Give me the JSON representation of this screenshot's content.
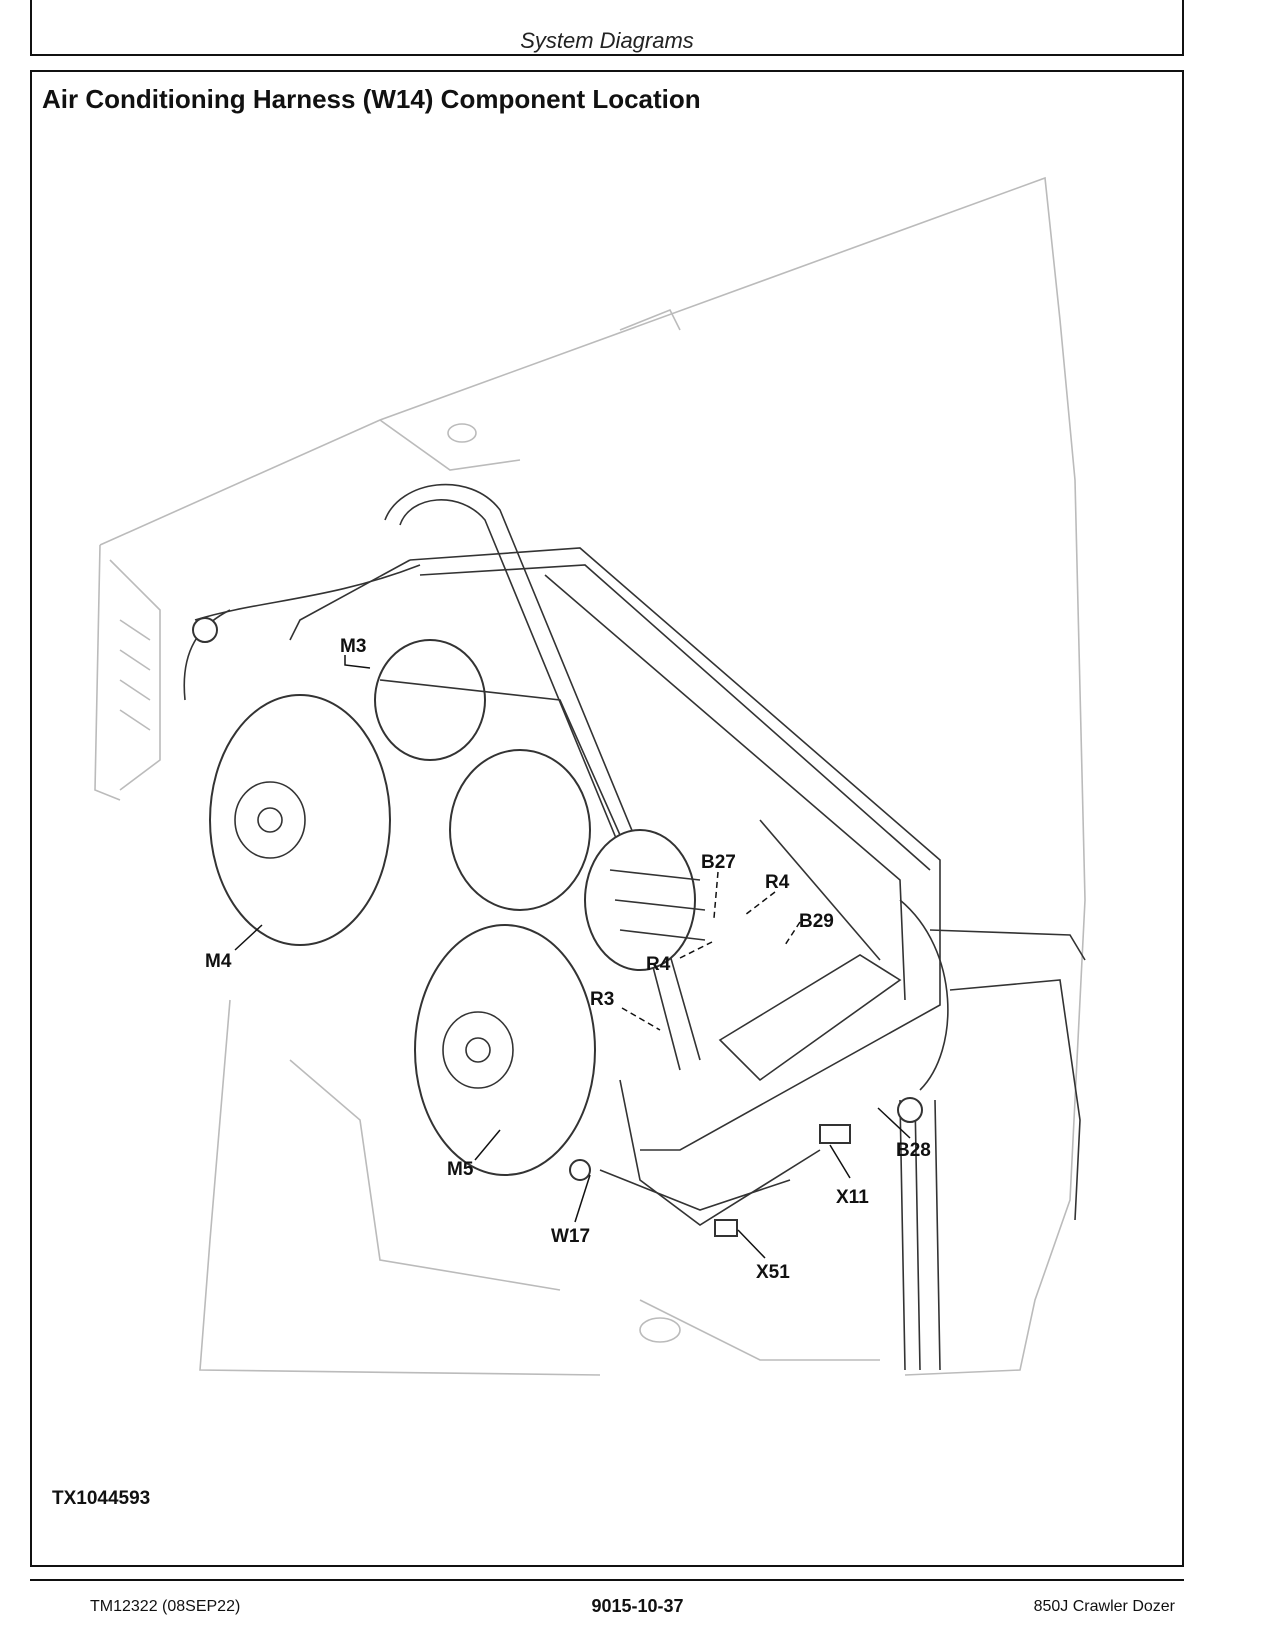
{
  "header": {
    "title": "System Diagrams"
  },
  "section": {
    "title": "Air Conditioning Harness (W14) Component Location"
  },
  "figure": {
    "id": "TX1044593"
  },
  "callouts": {
    "m3": "M3",
    "m4": "M4",
    "m5": "M5",
    "b27": "B27",
    "r4_top": "R4",
    "r4_left": "R4",
    "b29": "B29",
    "r3": "R3",
    "b28": "B28",
    "x11": "X11",
    "w17": "W17",
    "x51": "X51"
  },
  "footer": {
    "left": "TM12322 (08SEP22)",
    "center": "9015-10-37",
    "right": "850J Crawler Dozer"
  }
}
